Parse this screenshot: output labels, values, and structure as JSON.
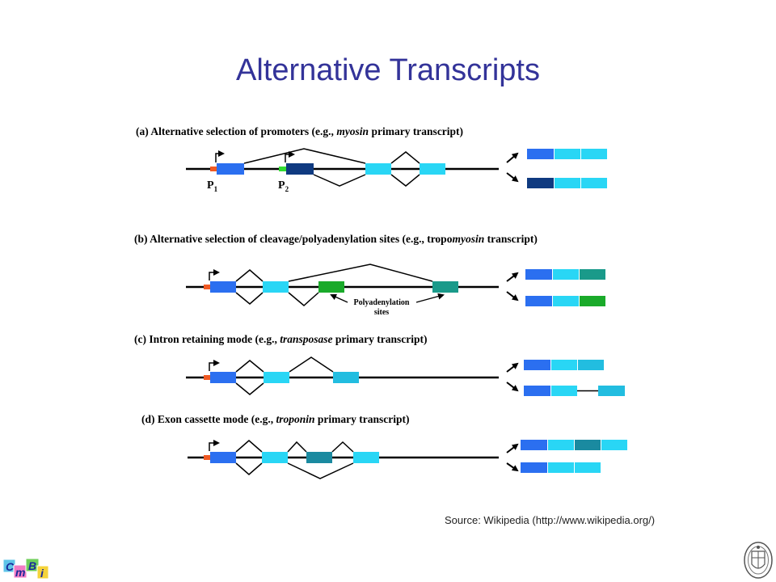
{
  "title": "Alternative Transcripts",
  "panels": {
    "a": {
      "prefix": "(a) Alternative selection of promoters (e.g., ",
      "italic": "myosin",
      "suffix": " primary transcript)",
      "p1_main": "P",
      "p1_sub": "1",
      "p2_main": "P",
      "p2_sub": "2"
    },
    "b": {
      "prefix": "(b) Alternative selection of cleavage/polyadenylation sites (e.g., tropo",
      "italic": "myosin",
      "suffix": " transcript)",
      "poly_line1": "Polyadenylation",
      "poly_line2": "sites"
    },
    "c": {
      "prefix": "(c) Intron retaining mode (e.g., ",
      "italic": "transposase",
      "suffix": " primary transcript)"
    },
    "d": {
      "prefix": "(d) Exon cassette mode (e.g., ",
      "italic": "troponin",
      "suffix": " primary transcript)"
    }
  },
  "colors": {
    "exon_blue": "#2b6ff0",
    "exon_light": "#29d6f5",
    "exon_dark": "#0f3a80",
    "exon_teal": "#1a9a8a",
    "exon_green": "#1aaa2a",
    "exon_mid": "#22bde0",
    "exon_cassette": "#1a8aa0",
    "promoter_orange": "#f05a24",
    "promoter_green": "#33dd33",
    "title": "#333399"
  },
  "source": "Source: Wikipedia (http://www.wikipedia.org/)",
  "logo": {
    "letters": [
      "C",
      "m",
      "B",
      "i"
    ]
  }
}
